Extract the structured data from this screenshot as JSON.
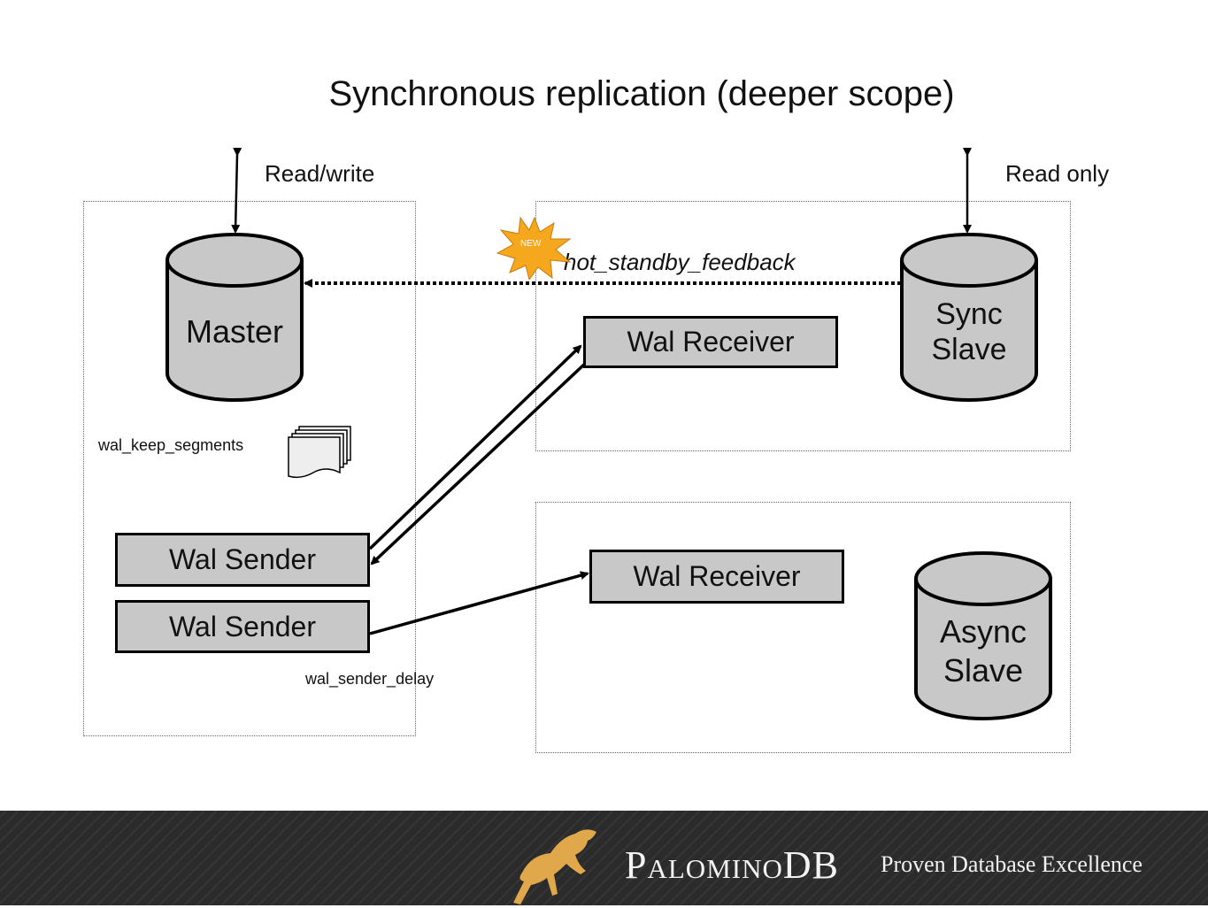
{
  "title": "Synchronous replication (deeper scope)",
  "labels": {
    "read_write": "Read/write",
    "read_only": "Read only",
    "hot_standby_feedback": "hot_standby_feedback",
    "wal_keep_segments": "wal_keep_segments",
    "wal_sender_delay": "wal_sender_delay",
    "new_badge": "NEW"
  },
  "nodes": {
    "master": "Master",
    "sync_slave_line1": "Sync",
    "sync_slave_line2": "Slave",
    "async_slave_line1": "Async",
    "async_slave_line2": "Slave"
  },
  "boxes": {
    "wal_receiver_sync": "Wal Receiver",
    "wal_receiver_async": "Wal Receiver",
    "wal_sender_sync": "Wal Sender",
    "wal_sender_async": "Wal Sender"
  },
  "footer": {
    "brand": "PalominoDB",
    "brand_p": "P",
    "brand_alomino": "ALOMINO",
    "brand_db": "DB",
    "tagline": "Proven Database Excellence"
  },
  "colors": {
    "box_fill": "#c8c8c8",
    "footer_bg": "#2b2b2b",
    "badge_fill": "#f5a81e",
    "horse": "#e0a84a"
  }
}
